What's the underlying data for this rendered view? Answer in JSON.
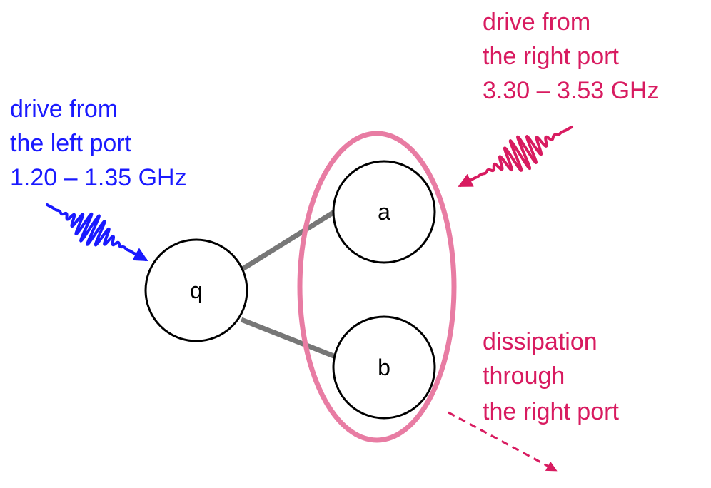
{
  "colors": {
    "left_drive": "#1a1aff",
    "right_drive": "#d81b60",
    "ellipse": "#e87ca3",
    "coupling": "#777777",
    "node_stroke": "#000000"
  },
  "nodes": {
    "q": "q",
    "a": "a",
    "b": "b"
  },
  "left_drive": {
    "line1": "drive from",
    "line2": "the left port",
    "line3": "1.20 – 1.35 GHz"
  },
  "right_drive": {
    "line1": "drive from",
    "line2": "the right port",
    "line3": "3.30 – 3.53 GHz"
  },
  "dissipation": {
    "line1": "dissipation",
    "line2": "through",
    "line3": "the right port"
  }
}
